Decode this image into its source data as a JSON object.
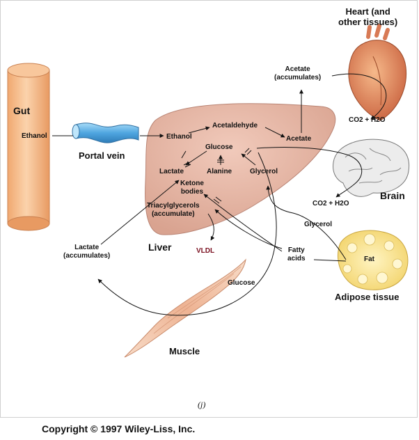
{
  "labels": {
    "gut": "Gut",
    "ethanol_gut": "Ethanol",
    "portal_vein": "Portal vein",
    "ethanol_liver": "Ethanol",
    "acetaldehyde": "Acetaldehyde",
    "acetate_liver": "Acetate",
    "acetate_accum": "Acetate\n(accumulates)",
    "heart": "Heart (and\nother tissues)",
    "co2_h2o_heart": "CO2 + H2O",
    "glucose_liver": "Glucose",
    "lactate_liver": "Lactate",
    "alanine": "Alanine",
    "glycerol_liver": "Glycerol",
    "ketone_bodies": "Ketone\nbodies",
    "triacylglycerols": "Triacylglycerols\n(accumulate)",
    "liver": "Liver",
    "vldl": "VLDL",
    "brain": "Brain",
    "co2_h2o_brain": "CO2 + H2O",
    "glycerol_adipose": "Glycerol",
    "fatty_acids": "Fatty\nacids",
    "fat": "Fat",
    "adipose_tissue": "Adipose tissue",
    "lactate_accum": "Lactate\n(accumulates)",
    "glucose_muscle": "Glucose",
    "muscle": "Muscle",
    "panel_letter": "(j)",
    "copyright": "Copyright © 1997 Wiley-Liss, Inc."
  },
  "colors": {
    "gut": "#f7c08f",
    "liver": "#e8b8a8",
    "vein": "#6bb8e8",
    "heart": "#e89a6a",
    "brain": "#e8e8e8",
    "fat": "#fbe89a",
    "muscle": "#f2c2a6",
    "vldl_text": "#7a1020"
  }
}
